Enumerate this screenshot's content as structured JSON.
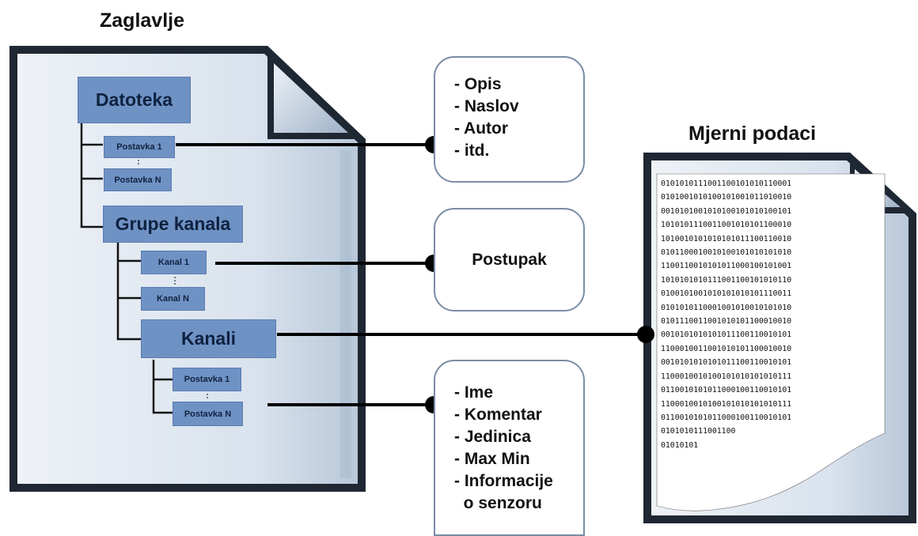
{
  "titles": {
    "header": "Zaglavlje",
    "data": "Mjerni podaci"
  },
  "tree": {
    "file": "Datoteka",
    "setting_1": "Postavka 1",
    "setting_n": "Postavka N",
    "channel_groups": "Grupe kanala",
    "channel_1": "Kanal 1",
    "channel_n": "Kanal N",
    "channels": "Kanali",
    "channel_setting_1": "Postavka 1",
    "channel_setting_n": "Postavka N"
  },
  "bubbles": {
    "file_info": [
      "- Opis",
      "- Naslov",
      "- Autor",
      "- itd."
    ],
    "procedure": "Postupak",
    "channel_info": [
      "- Ime",
      "- Komentar",
      "- Jedinica",
      "- Max Min",
      "- Informacije",
      "  o senzoru"
    ]
  },
  "binary_lines": [
    "0101010111001100101010110001",
    "0101001010100101001011010010",
    "0010101001010100101010100101",
    "1010101110011001010101100010",
    "1010010101010101011100110010",
    "0101100010010100101010101010",
    "1100110010101011000100101001",
    "1010101010111001100101010110",
    "0100101001010101010101110011",
    "0101010110001001010010101010",
    "0101110011001010101100010010",
    "0010101010101011100110010101",
    "1100010011001010101100010010",
    "0010101010101011100110010101",
    "1100010010100101010101010111",
    "0110010101011000100110010101",
    "1100010010100101010101010111",
    "0110010101011000100110010101",
    "0101010111001100",
    "01010101"
  ],
  "colors": {
    "node_fill": "#6f92c4",
    "doc_border": "#1f2733",
    "doc_fill": "#d6dfea",
    "connector": "#000000"
  }
}
